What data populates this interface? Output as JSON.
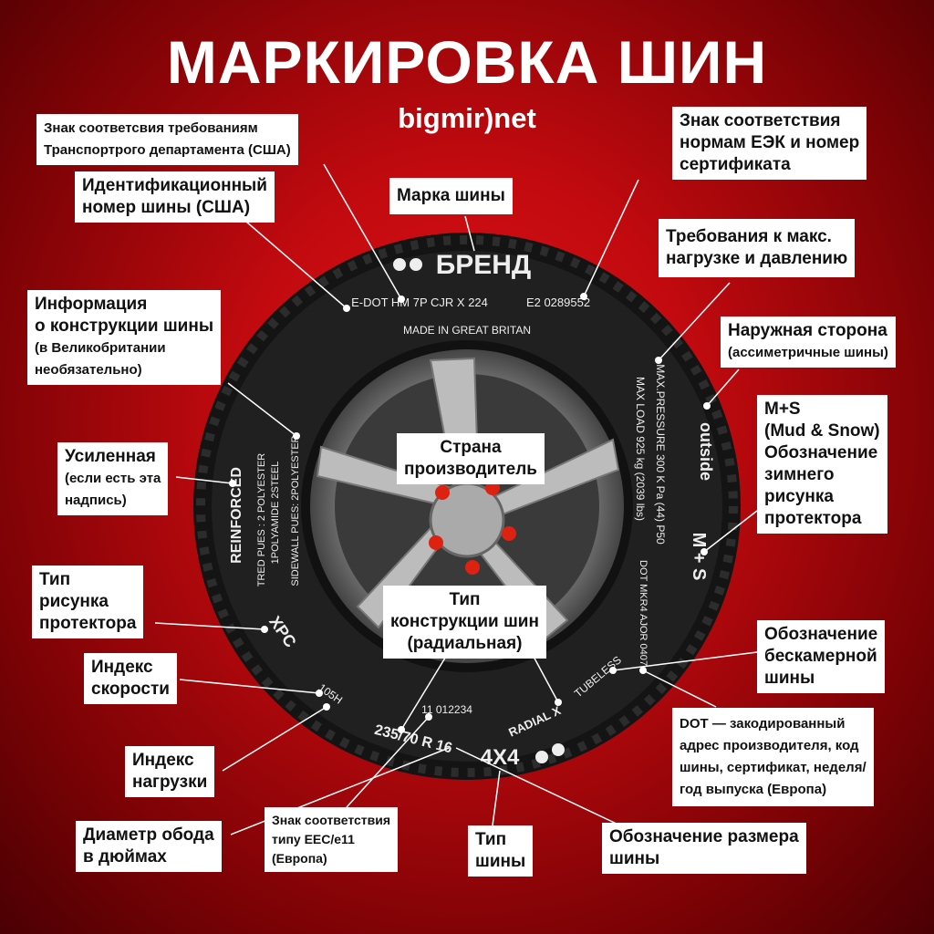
{
  "title": "МАРКИРОВКА ШИН",
  "brand": "bigmir)net",
  "colors": {
    "background": "#c10a0f",
    "tire": "#1a1a1a",
    "label_bg": "#ffffff",
    "leader": "#ffffff"
  },
  "labels": {
    "dot_usa": [
      "Знак соответсвия требованиям",
      "Транспортрого департамента (США)"
    ],
    "tin": [
      "Идентификационный",
      "номер шины (США)"
    ],
    "brand_mark": [
      "Марка шины"
    ],
    "ece": [
      "Знак соответствия",
      "нормам ЕЭК и номер",
      "сертификата"
    ],
    "load_pressure": [
      "Требования к макс.",
      "нагрузке и давлению"
    ],
    "outside": [
      "Наружная сторона",
      "(ассиметричные шины)"
    ],
    "construction": [
      "Информация",
      "о конструкции шины",
      "(в Великобритании",
      "необязательно)"
    ],
    "reinforced": [
      "Усиленная",
      "(если есть эта",
      "надпись)"
    ],
    "country": [
      "Страна",
      "производитель"
    ],
    "ms": [
      "M+S",
      "(Mud & Snow)",
      "Обозначение",
      "зимнего",
      "рисунка",
      "протектора"
    ],
    "tread": [
      "Тип",
      "рисунка",
      "протектора"
    ],
    "radial": [
      "Тип",
      "конструкции шин",
      "(радиальная)"
    ],
    "tubeless": [
      "Обозначение",
      "бескамерной",
      "шины"
    ],
    "speed": [
      "Индекс",
      "скорости"
    ],
    "dot_eu": [
      "DOT —  закодированный",
      "адрес производителя, код",
      "шины, сертификат, неделя/",
      "год выпуска  (Европа)"
    ],
    "load_index": [
      "Индекс",
      "нагрузки"
    ],
    "rim": [
      "Диаметр обода",
      "в дюймах"
    ],
    "eec": [
      "Знак соответствия",
      "типу EEC/e11",
      "(Европа)"
    ],
    "tire_type": [
      "Тип",
      "шины"
    ],
    "size": [
      "Обозначение размера",
      "шины"
    ]
  },
  "sidewall": {
    "brand": "БРЕНД",
    "edot": "E-DOT  HM  7P  CJR  X  224",
    "e2": "E2  0289552",
    "made": "MADE IN GREAT BRITAN",
    "maxload": "MAX LOAD 925 kg (2039 lbs)",
    "maxpress": "MAX.PRESSURE 300 K Pa (44) P50",
    "outside": "outside",
    "ms": "M + S",
    "dot": "DOT  MKR4 AJOR 0407",
    "tubeless": "TUBELESS",
    "radial": "RADIAL X",
    "size": "235/70 R 16",
    "x4": "4X4",
    "code": "11 012234",
    "speed": "105H",
    "xpc": "XPC",
    "reinforced": "REINFORCED",
    "tred1": "TRED PUES : 2 POLYESTER",
    "tred2": "1POLYAMIDE  2STEEL",
    "sidewall": "SIDEWALL PUES:  2POLYESTER"
  }
}
